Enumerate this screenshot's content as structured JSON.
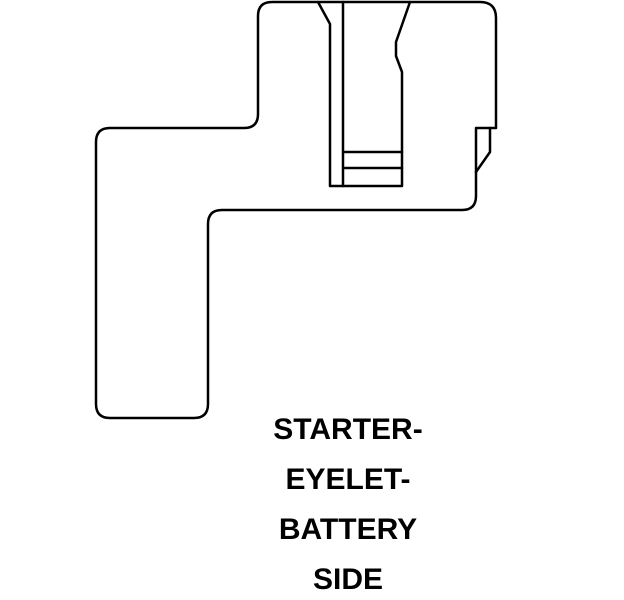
{
  "caption": {
    "lines": [
      "STARTER-",
      "EYELET-",
      "BATTERY",
      "SIDE"
    ]
  },
  "colors": {
    "ink": "#000000",
    "background": "#ffffff"
  }
}
